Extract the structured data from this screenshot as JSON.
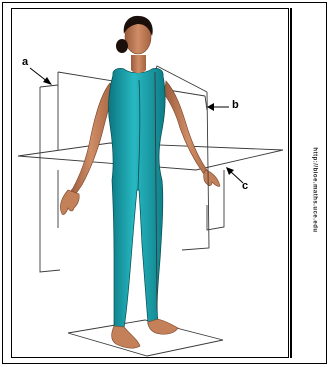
{
  "labels": {
    "a": "a",
    "b": "b",
    "c": "c"
  },
  "watermark": {
    "text": "http://bioe.maths.uce.edu"
  },
  "colors": {
    "suit": "#1aa4ae",
    "suit_dark": "#0c7680",
    "skin": "#c98560",
    "skin_dark": "#9a5a3c",
    "hair": "#1a0f0a",
    "plane_line": "#3a3a3a"
  },
  "icons": {
    "pointer": "arrow-pointer-icon"
  }
}
